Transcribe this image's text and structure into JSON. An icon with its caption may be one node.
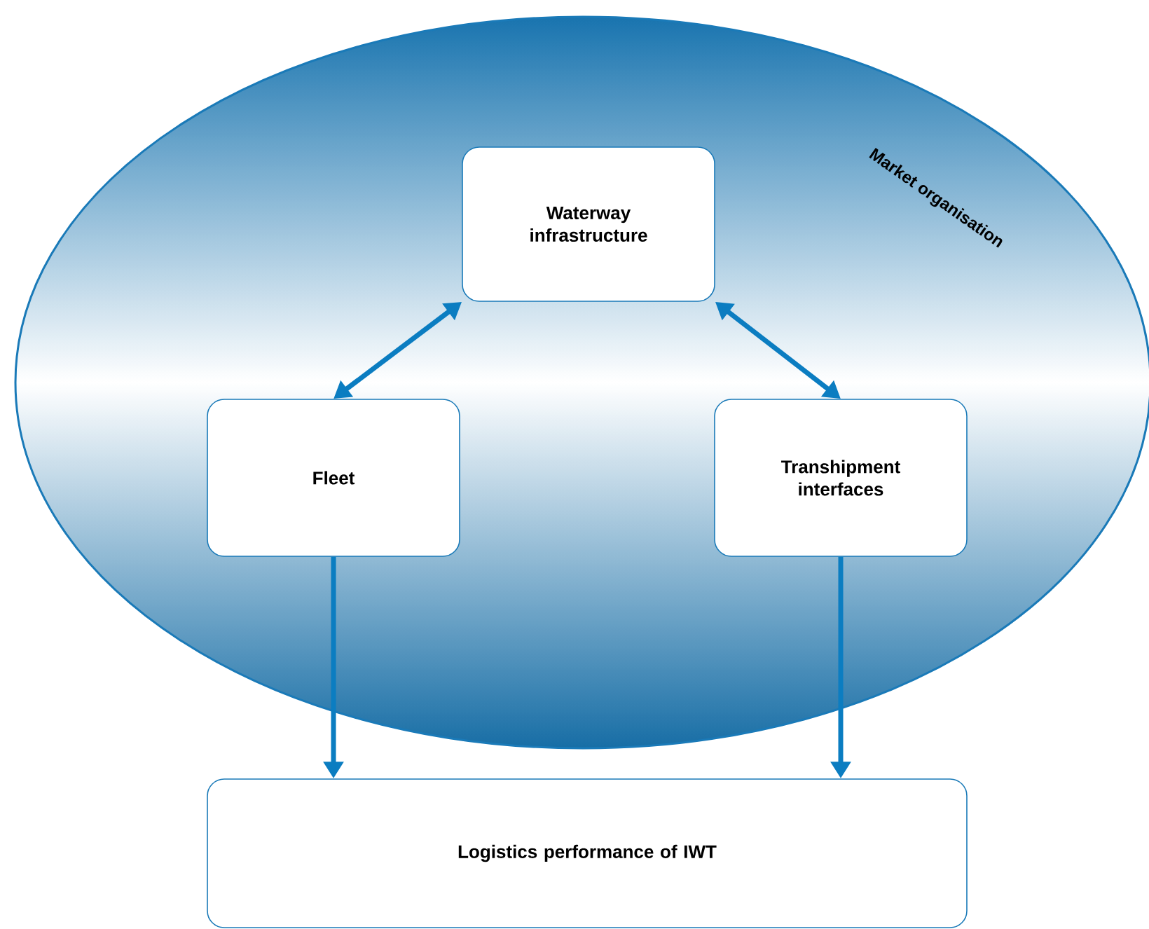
{
  "diagram": {
    "nodes": [
      {
        "text": [
          "Market organisation"
        ]
      },
      {
        "text": [
          "Waterway infrastructure"
        ],
        "in": 0
      },
      {
        "text": [
          "Fleet"
        ],
        "in": 0
      },
      {
        "text": [
          "Transhipment interfaces"
        ],
        "in": 0
      },
      {
        "text": [
          "Logistics performance of IWT"
        ]
      }
    ],
    "edges": [
      {
        "from": 2,
        "to": 1,
        "arrow": "both"
      },
      {
        "from": 1,
        "to": 3,
        "arrow": "both"
      },
      {
        "from": 2,
        "to": 4,
        "arrow": "to"
      },
      {
        "from": 3,
        "to": 4,
        "arrow": "to"
      }
    ]
  }
}
